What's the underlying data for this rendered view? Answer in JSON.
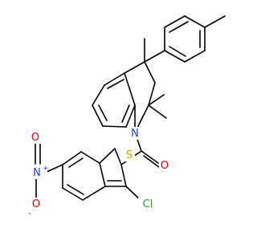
{
  "molecule": {
    "atoms": {
      "sulfur": {
        "text": "S",
        "color": "#c8a800"
      },
      "nitrogen": {
        "text": "N",
        "color": "#1f3fe0"
      },
      "carbonyl_oxygen": {
        "text": "O",
        "color": "#e00000"
      },
      "chlorine": {
        "text": "Cl",
        "color": "#2f9e2f"
      },
      "nitro_nitrogen": {
        "text": "N",
        "color": "#1f3fe0",
        "charge": "+"
      },
      "nitro_oxygen_double": {
        "text": "O",
        "color": "#e00000"
      },
      "nitro_oxygen_single": {
        "text": "O",
        "color": "#e00000",
        "charge": "-"
      }
    }
  }
}
